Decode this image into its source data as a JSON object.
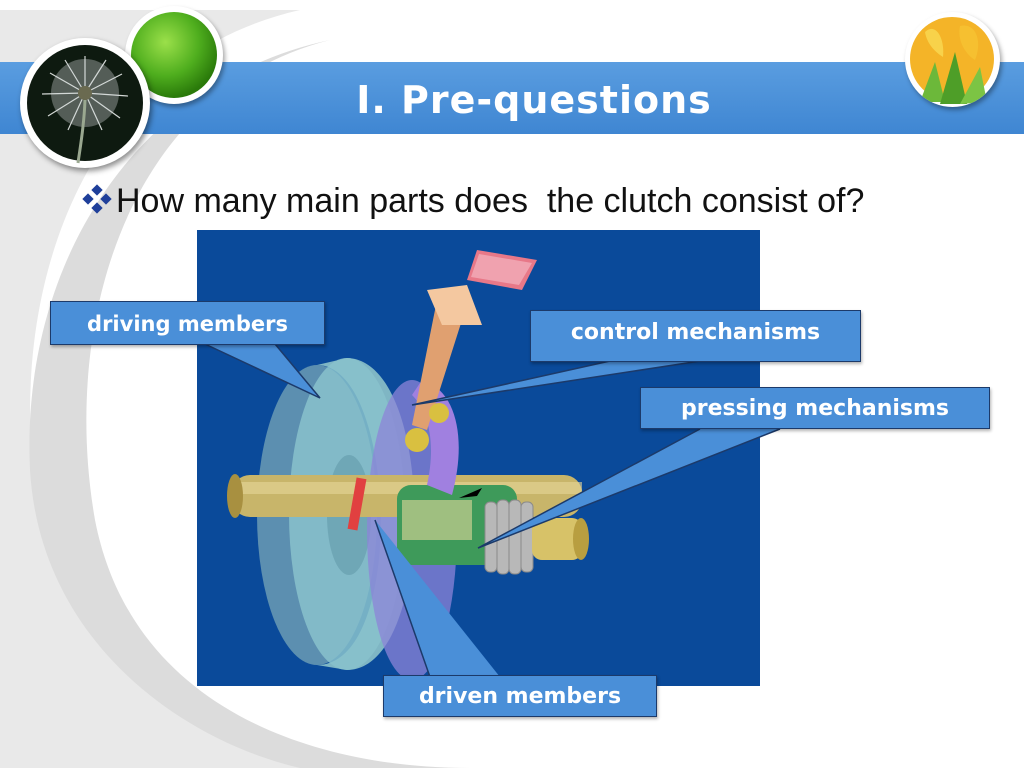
{
  "slide": {
    "title": "I. Pre-questions",
    "question": "How many main parts does  the clutch consist of?",
    "bullet_icon": "diamond-bullet-icon"
  },
  "callouts": {
    "driving": "driving members",
    "control": "control mechanisms",
    "pressing": "pressing mechanisms",
    "driven": "driven members"
  },
  "colors": {
    "title_band": "#4a92dc",
    "diagram_background": "#0a4a9a",
    "callout_fill": "#4a8fd8"
  }
}
